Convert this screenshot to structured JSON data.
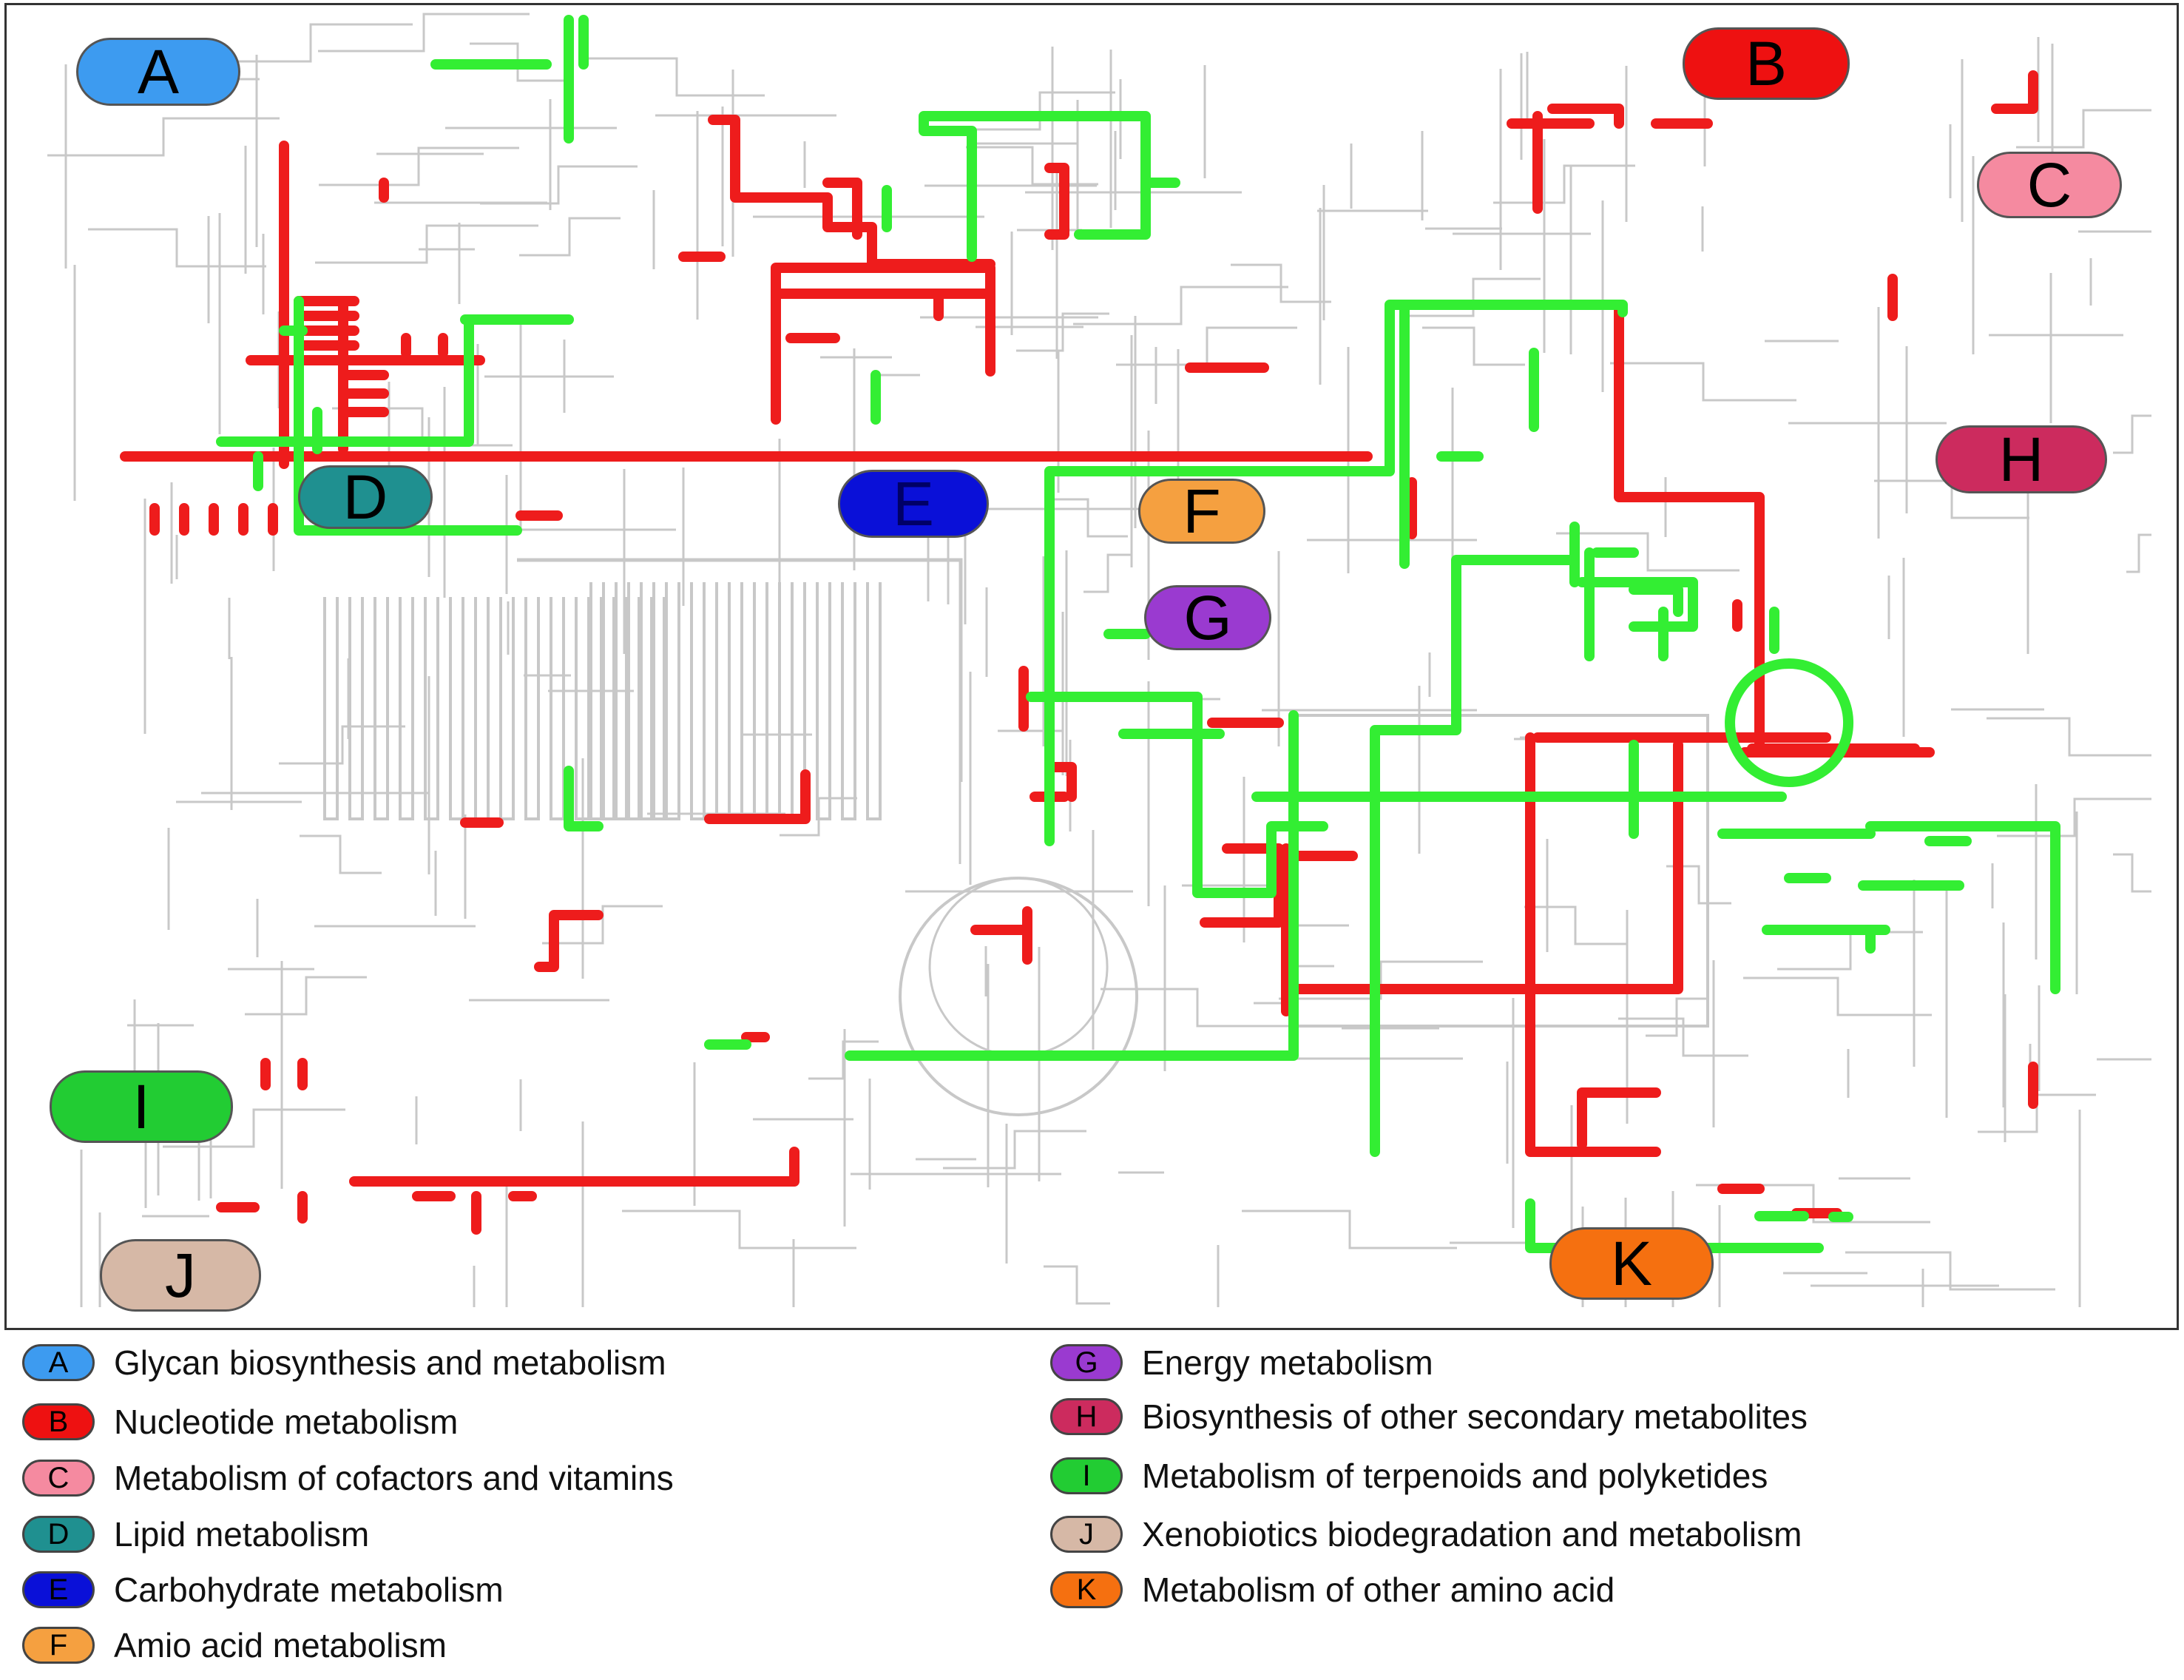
{
  "categories": [
    {
      "letter": "A",
      "name": "Glycan biosynthesis and metabolism",
      "color": "#3d9bf0"
    },
    {
      "letter": "B",
      "name": "Nucleotide metabolism",
      "color": "#ee1111"
    },
    {
      "letter": "C",
      "name": "Metabolism of cofactors and vitamins",
      "color": "#f58aa0"
    },
    {
      "letter": "D",
      "name": "Lipid metabolism",
      "color": "#1f9090"
    },
    {
      "letter": "E",
      "name": "Carbohydrate metabolism",
      "color": "#0a10d8"
    },
    {
      "letter": "F",
      "name": "Amio acid metabolism",
      "color": "#f5a040"
    },
    {
      "letter": "G",
      "name": "Energy metabolism",
      "color": "#9a3ad0"
    },
    {
      "letter": "H",
      "name": "Biosynthesis of other secondary metabolites",
      "color": "#cc2b5e"
    },
    {
      "letter": "I",
      "name": "Metabolism of terpenoids and polyketides",
      "color": "#22cc33"
    },
    {
      "letter": "J",
      "name": "Xenobiotics biodegradation and metabolism",
      "color": "#d6b8a6"
    },
    {
      "letter": "K",
      "name": "Metabolism of other amino acid",
      "color": "#f57010"
    }
  ],
  "pathway_colors": {
    "highlight_red": "#ee1c1c",
    "highlight_green": "#33ee33",
    "background_grey": "#c8c8c8"
  }
}
